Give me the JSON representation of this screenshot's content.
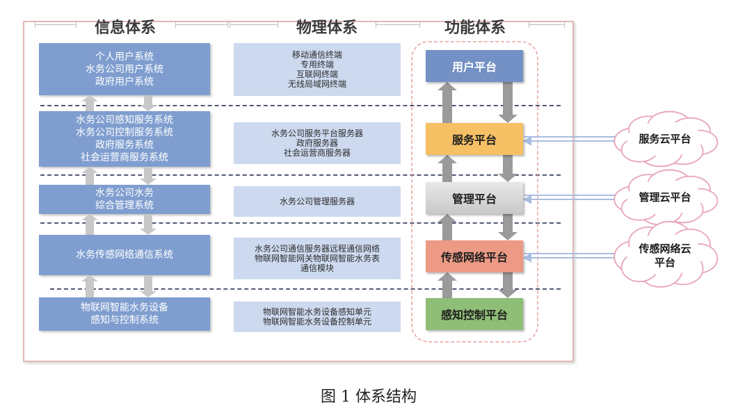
{
  "headers": {
    "info": "信息体系",
    "physical": "物理体系",
    "function": "功能体系"
  },
  "info_boxes": [
    [
      "个人用户系统",
      "水务公司用户系统",
      "政府用户系统"
    ],
    [
      "水务公司感知服务系统",
      "水务公司控制服务系统",
      "政府服务系统",
      "社会运营商服务系统"
    ],
    [
      "水务公司水务",
      "综合管理系统"
    ],
    [
      "水务传感网络通信系统"
    ],
    [
      "物联网智能水务设备",
      "感知与控制系统"
    ]
  ],
  "physical_boxes": [
    [
      "移动通信终端",
      "专用终端",
      "互联网终端",
      "无线局域网终端"
    ],
    [
      "水务公司服务平台服务器",
      "政府服务器",
      "社会运营商服务器"
    ],
    [
      "水务公司管理服务器"
    ],
    [
      "水务公司通信服务器远程通信网络",
      "物联网智能网关物联网智能水务表",
      "通信模块"
    ],
    [
      "物联网智能水务设备感知单元",
      "物联网智能水务设备控制单元"
    ]
  ],
  "platforms": [
    {
      "label": "用户平台",
      "color": "#7491c5",
      "text_color": "#ffffff"
    },
    {
      "label": "服务平台",
      "color": "#f6c065",
      "text_color": "#1e1e1e"
    },
    {
      "label": "管理平台",
      "color": "#c8c8c8",
      "text_color": "#1e1e1e"
    },
    {
      "label": "传感网络平台",
      "color": "#ec9a86",
      "text_color": "#1e1e1e"
    },
    {
      "label": "感知控制平台",
      "color": "#8fbe77",
      "text_color": "#1e1e1e"
    }
  ],
  "clouds": [
    {
      "lines": [
        "服务云平台"
      ]
    },
    {
      "lines": [
        "管理云平台"
      ]
    },
    {
      "lines": [
        "传感网络云",
        "平台"
      ]
    }
  ],
  "caption": "图 1 体系结构"
}
